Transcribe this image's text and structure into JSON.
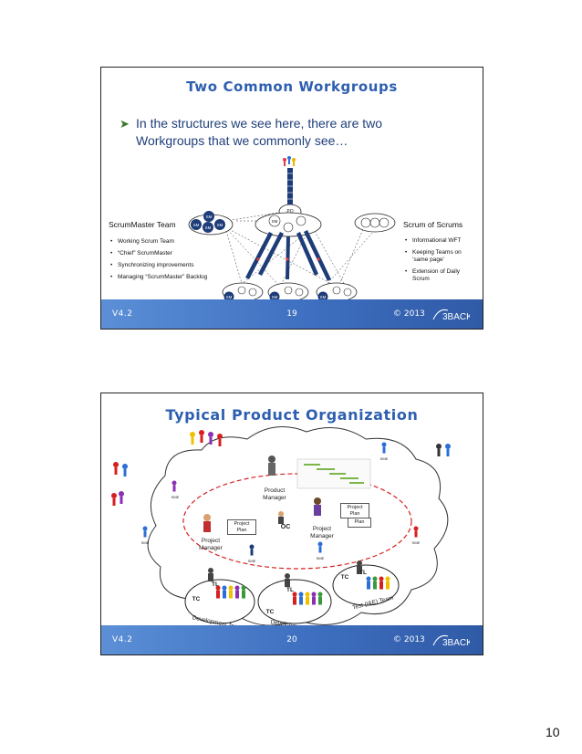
{
  "slides": [
    {
      "title": "Two Common Workgroups",
      "bullet": "In the structures we see here, there are two Workgroups that we commonly see…",
      "left_group": {
        "title": "ScrumMaster Team",
        "items": [
          "Working Scrum Team",
          "“Chief” ScrumMaster",
          "Synchronizing improvements",
          "Managing “ScrumMaster” Backlog"
        ]
      },
      "right_group": {
        "title": "Scrum of Scrums",
        "items": [
          "Informational WFT",
          "Keeping Teams on ‘same page’",
          "Extension of Daily Scrum"
        ]
      },
      "node_labels": {
        "sm": "SM",
        "po": "PO"
      },
      "footer": {
        "version": "V4.2",
        "page": "19",
        "copyright": "© 2013",
        "brand": "3BACK"
      }
    },
    {
      "title": "Typical Product Organization",
      "labels": {
        "product_manager": "Product Manager",
        "project_manager_left": "Project Manager",
        "project_manager_right": "Project Manager",
        "project_plan_left": "Project Plan",
        "project_plan_right_top": "Project Plan",
        "project_plan_right_back": "Plan",
        "oc": "OC",
        "sme": "SME",
        "tl": "TL",
        "tc": "TC",
        "team_dev_1": "Development Team",
        "team_dev_2": "Development Team",
        "team_test": "Test (I&E) Team"
      },
      "footer": {
        "version": "V4.2",
        "page": "20",
        "copyright": "© 2013",
        "brand": "3BACK"
      }
    }
  ],
  "page_number": "10",
  "colors": {
    "title_blue": "#2e5fb0",
    "text_blue": "#1f3f7a",
    "footer_blue": "#3e6fc0",
    "navy": "#1d3c78"
  }
}
